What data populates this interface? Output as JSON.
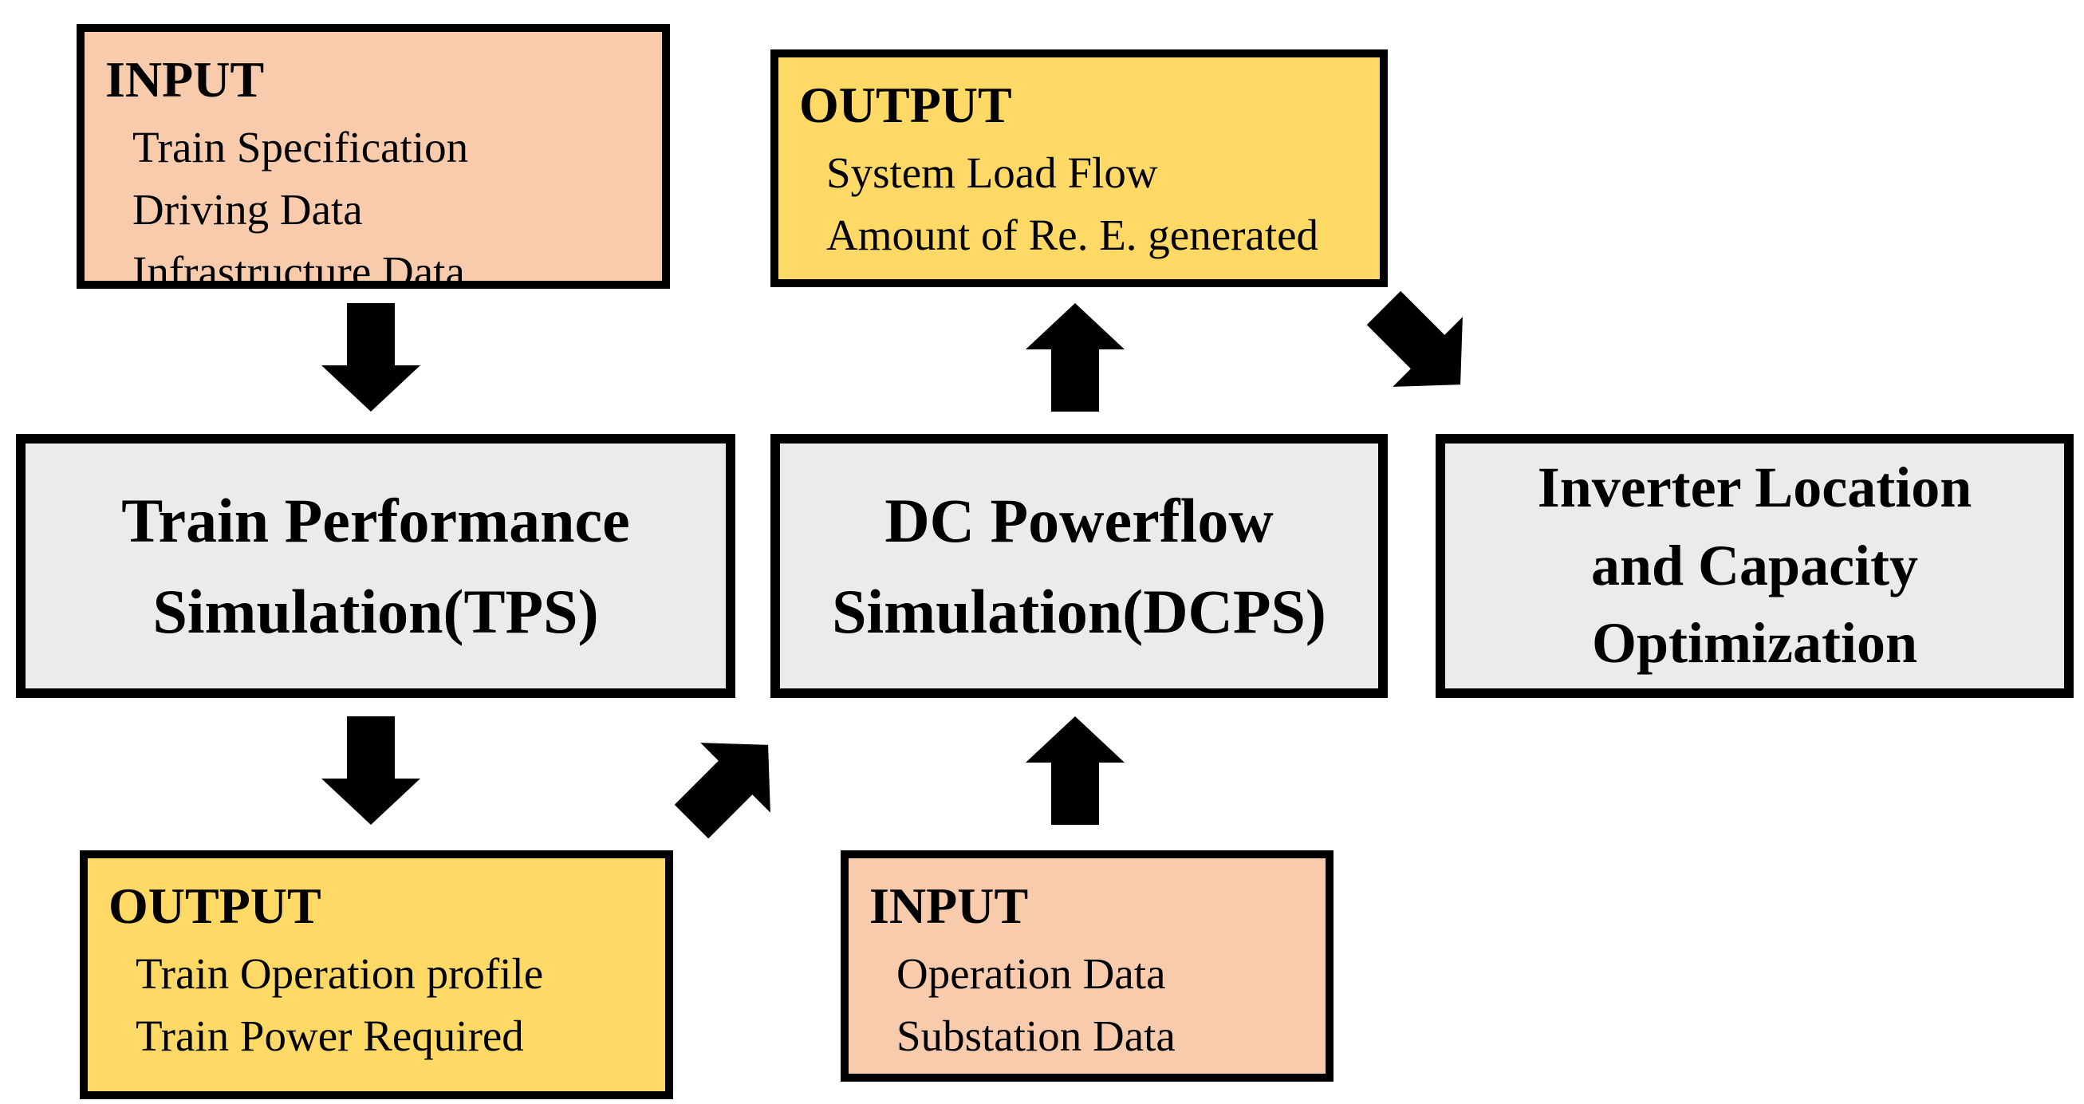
{
  "diagram": {
    "boxes": [
      {
        "id": "input-top",
        "kind": "input",
        "title": "INPUT",
        "lines": [
          "Train Specification",
          "Driving Data",
          "Infrastructure Data"
        ]
      },
      {
        "id": "output-top",
        "kind": "output",
        "title": "OUTPUT",
        "lines": [
          "System Load Flow",
          "Amount of Re. E. generated"
        ]
      },
      {
        "id": "tps",
        "kind": "process",
        "lines": [
          "Train Performance",
          "Simulation(TPS)"
        ]
      },
      {
        "id": "dcps",
        "kind": "process",
        "lines": [
          "DC Powerflow",
          "Simulation(DCPS)"
        ]
      },
      {
        "id": "inverter",
        "kind": "process",
        "lines": [
          "Inverter Location",
          "and Capacity",
          "Optimization"
        ]
      },
      {
        "id": "output-bottom",
        "kind": "output",
        "title": "OUTPUT",
        "lines": [
          "Train Operation profile",
          "Train Power Required"
        ]
      },
      {
        "id": "input-bottom",
        "kind": "input",
        "title": "INPUT",
        "lines": [
          "Operation Data",
          "Substation Data"
        ]
      }
    ],
    "edges": [
      {
        "from": "input-top",
        "to": "tps",
        "direction": "down"
      },
      {
        "from": "tps",
        "to": "output-bottom",
        "direction": "down"
      },
      {
        "from": "output-bottom",
        "to": "dcps",
        "direction": "up-right"
      },
      {
        "from": "input-bottom",
        "to": "dcps",
        "direction": "up"
      },
      {
        "from": "dcps",
        "to": "output-top",
        "direction": "up"
      },
      {
        "from": "output-top",
        "to": "inverter",
        "direction": "down-right"
      }
    ],
    "colors": {
      "input_bg": "#F8CBAD",
      "output_bg": "#FFD966",
      "process_bg": "#EBEBEB",
      "border": "#000000",
      "arrow": "#000000",
      "canvas_bg": "#FFFFFF",
      "text": "#000000"
    }
  }
}
